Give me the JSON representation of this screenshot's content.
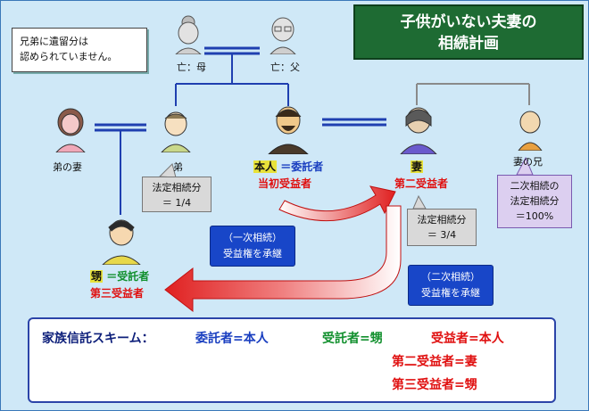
{
  "title": {
    "line1": "子供がいない夫妻の",
    "line2": "相続計画"
  },
  "note": {
    "line1": "兄弟に遺留分は",
    "line2": "認められていません。"
  },
  "people": {
    "mother": "亡：母",
    "father": "亡：父",
    "brother_wife": "弟の妻",
    "brother": "弟",
    "principal": "本人",
    "wife": "妻",
    "wife_brother": "妻の兄",
    "nephew": "甥"
  },
  "roles": {
    "principal_role": "＝委託者",
    "principal_beneficiary": "当初受益者",
    "wife_beneficiary": "第二受益者",
    "nephew_role": "＝受託者",
    "nephew_beneficiary": "第三受益者"
  },
  "callouts": {
    "brother_share": {
      "line1": "法定相続分",
      "line2": "＝ 1/4"
    },
    "wife_share": {
      "line1": "法定相続分",
      "line2": "＝ 3/4"
    },
    "wife_brother_share": {
      "line1": "二次相続の",
      "line2": "法定相続分",
      "line3": "＝100%"
    }
  },
  "transfers": {
    "first": {
      "line1": "（一次相続）",
      "line2": "受益権を承継"
    },
    "second": {
      "line1": "（二次相続）",
      "line2": "受益権を承継"
    }
  },
  "scheme": {
    "label": "家族信託スキーム：",
    "settlor": "委託者=本人",
    "trustee": "受託者=甥",
    "beneficiary1": "受益者=本人",
    "beneficiary2": "第二受益者=妻",
    "beneficiary3": "第三受益者=甥"
  },
  "colors": {
    "background": "#cfe8f7",
    "title_bg": "#1e6b33",
    "arrow_red": "#e02020",
    "blue_box": "#1846c8",
    "connector_blue": "#1f3fb0",
    "connector_gray": "#8a8a8a"
  }
}
